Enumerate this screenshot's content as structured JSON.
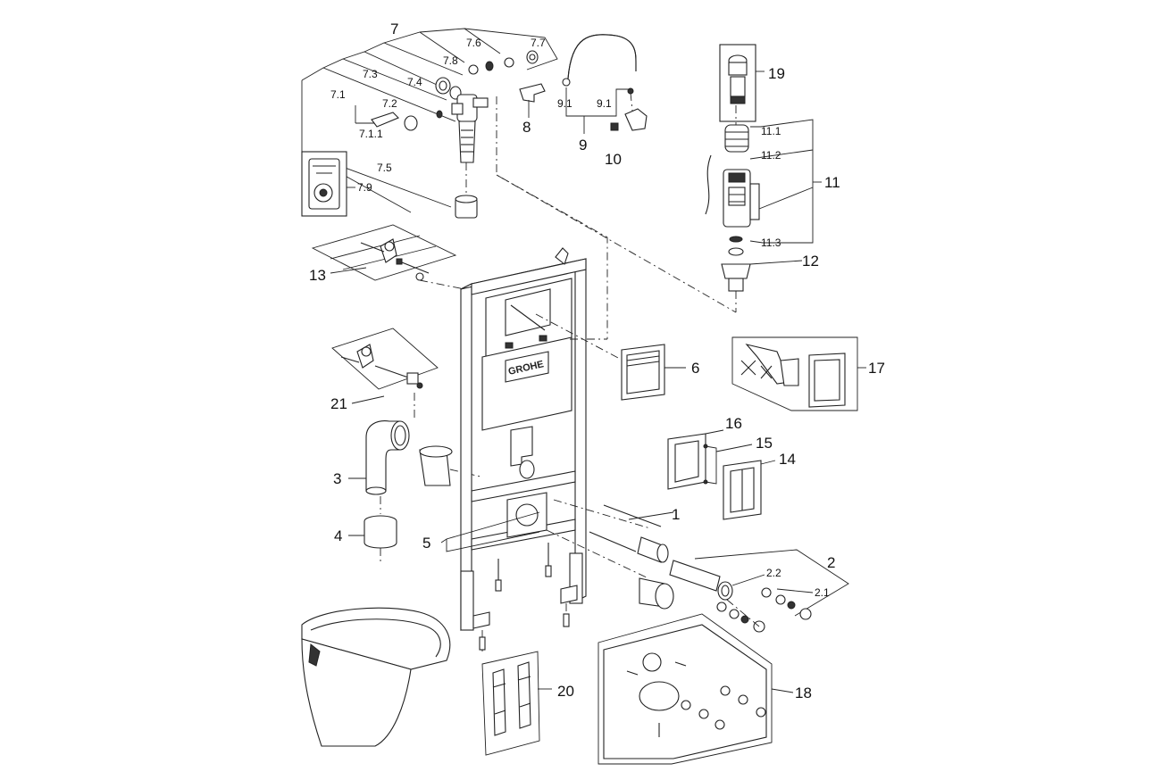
{
  "brand": "GROHE",
  "callouts": {
    "c1": "1",
    "c2": "2",
    "c2_1": "2.1",
    "c2_2": "2.2",
    "c3": "3",
    "c4": "4",
    "c5": "5",
    "c6": "6",
    "c7": "7",
    "c7_1": "7.1",
    "c7_1_1": "7.1.1",
    "c7_2": "7.2",
    "c7_3": "7.3",
    "c7_4": "7.4",
    "c7_5": "7.5",
    "c7_6": "7.6",
    "c7_7": "7.7",
    "c7_8": "7.8",
    "c7_9": "7.9",
    "c8": "8",
    "c9": "9",
    "c9_1a": "9.1",
    "c9_1b": "9.1",
    "c10": "10",
    "c11": "11",
    "c11_1": "11.1",
    "c11_2": "11.2",
    "c11_3": "11.3",
    "c12": "12",
    "c13": "13",
    "c14": "14",
    "c15": "15",
    "c16": "16",
    "c17": "17",
    "c18": "18",
    "c19": "19",
    "c20": "20",
    "c21": "21"
  }
}
